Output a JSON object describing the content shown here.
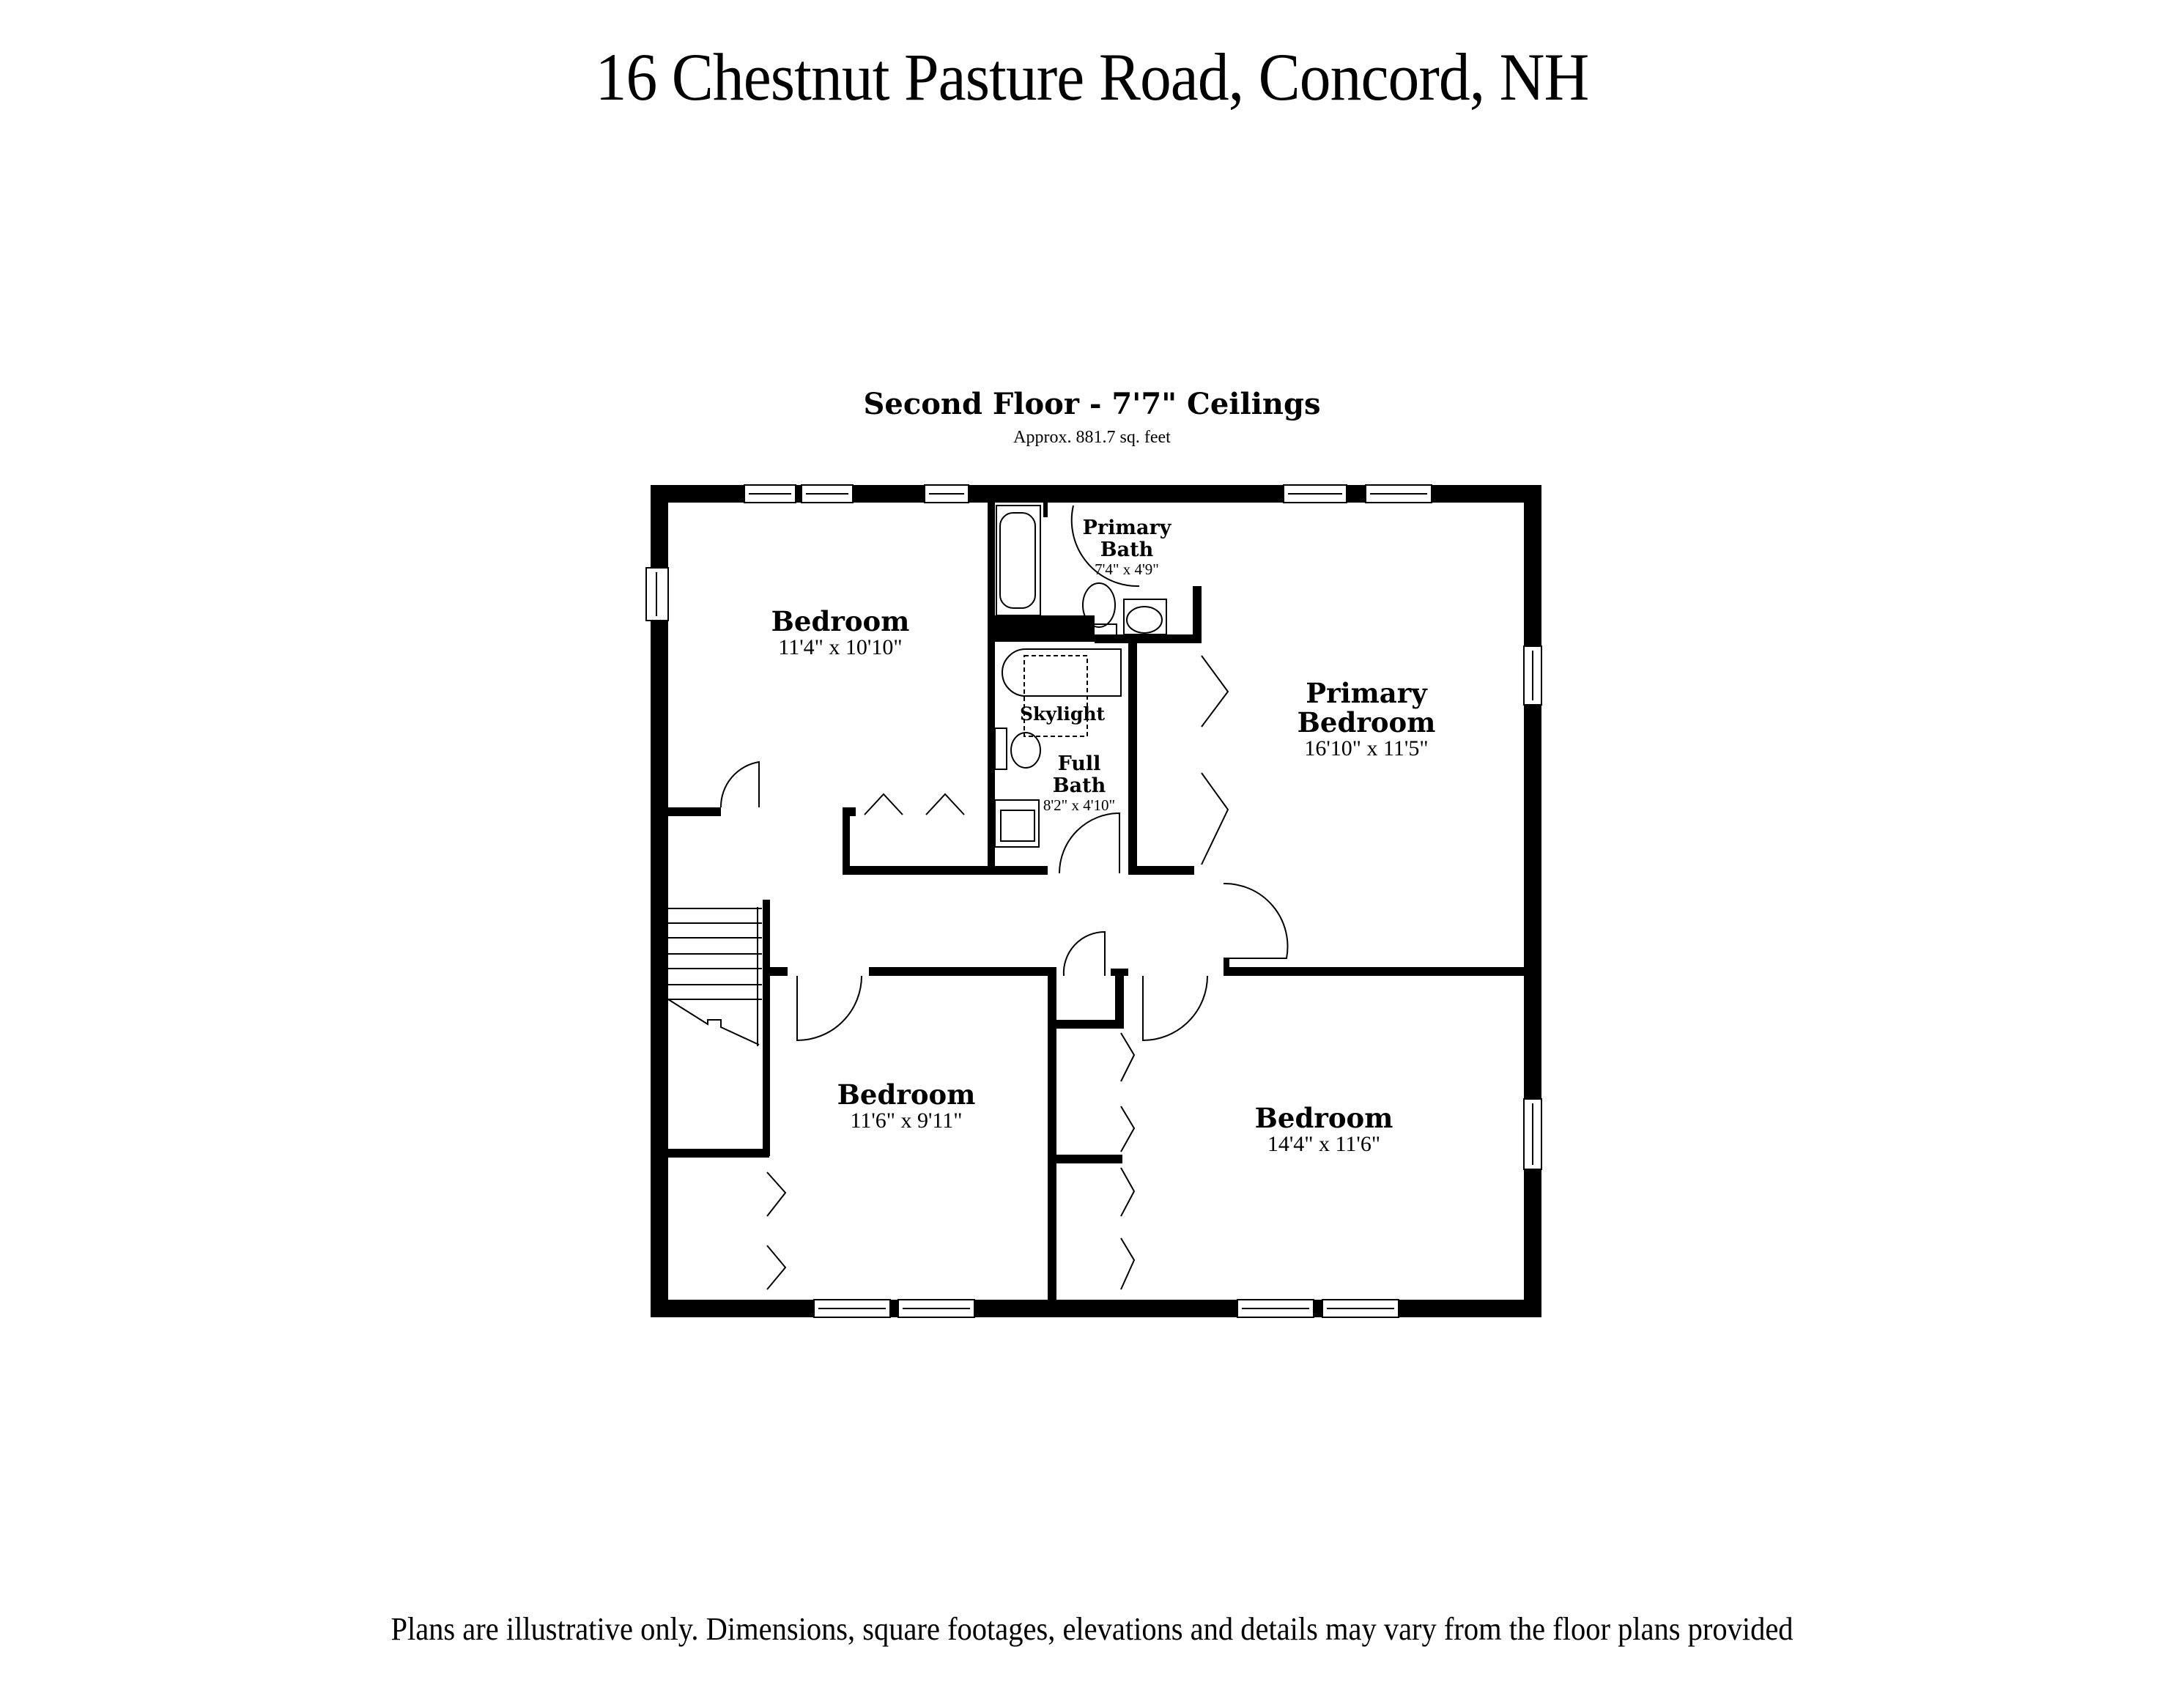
{
  "header": {
    "address": "16 Chestnut Pasture Road, Concord, NH"
  },
  "floor": {
    "title": "Second Floor - 7'7\" Ceilings",
    "area": "Approx. 881.7 sq. feet"
  },
  "rooms": [
    {
      "name": "Bedroom",
      "dimensions": "11'4\" x 10'10\""
    },
    {
      "name": "Primary Bath",
      "name_line1": "Primary",
      "name_line2": "Bath",
      "dimensions": "7'4\" x 4'9\""
    },
    {
      "name": "Primary Bedroom",
      "name_line1": "Primary",
      "name_line2": "Bedroom",
      "dimensions": "16'10\" x 11'5\""
    },
    {
      "name": "Full Bath",
      "name_line1": "Full",
      "name_line2": "Bath",
      "dimensions": "8'2\" x 4'10\""
    },
    {
      "name": "Bedroom",
      "dimensions": "11'6\" x 9'11\""
    },
    {
      "name": "Bedroom",
      "dimensions": "14'4\" x 11'6\""
    }
  ],
  "annotations": {
    "skylight": "Skylight"
  },
  "footer": {
    "disclaimer": "Plans are illustrative only. Dimensions, square footages, elevations and details may vary from the floor plans provided"
  },
  "colors": {
    "wall": "#000000",
    "background": "#ffffff"
  }
}
